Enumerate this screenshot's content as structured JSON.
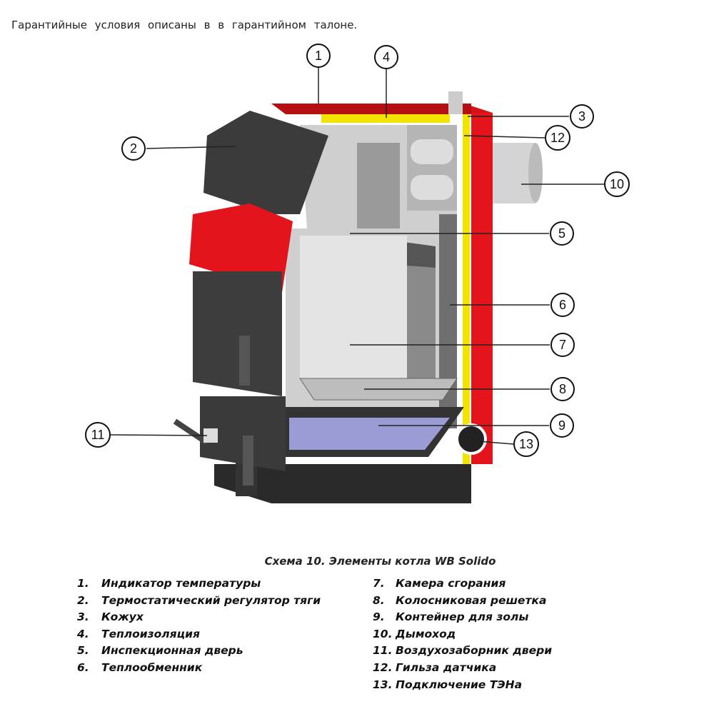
{
  "intro_text": "Гарантийные условия описаны в в гарантийном талоне.",
  "diagram": {
    "callouts": [
      "1",
      "2",
      "3",
      "4",
      "5",
      "6",
      "7",
      "8",
      "9",
      "10",
      "11",
      "12",
      "13"
    ],
    "colors": {
      "casing": "#e3141b",
      "insulation": "#f2e400",
      "steel": "#4a4a4a",
      "ash": "#9b9bd6"
    }
  },
  "caption": "Схема 10. Элементы котла WB Solido",
  "legend": {
    "left": [
      {
        "num": "1.",
        "label": "Индикатор температуры"
      },
      {
        "num": "2.",
        "label": "Термостатический регулятор тяги"
      },
      {
        "num": "3.",
        "label": "Кожух"
      },
      {
        "num": "4.",
        "label": "Теплоизоляция"
      },
      {
        "num": "5.",
        "label": "Инспекционная дверь"
      },
      {
        "num": "6.",
        "label": "Теплообменник"
      }
    ],
    "right": [
      {
        "num": "7.",
        "label": "Камера сгорания"
      },
      {
        "num": "8.",
        "label": "Колосниковая решетка"
      },
      {
        "num": "9.",
        "label": "Контейнер для золы"
      },
      {
        "num": "10.",
        "label": "Дымоход"
      },
      {
        "num": "11.",
        "label": "Воздухозаборник двери"
      },
      {
        "num": "12.",
        "label": "Гильза датчика"
      },
      {
        "num": "13.",
        "label": "Подключение  ТЭНа"
      }
    ]
  }
}
